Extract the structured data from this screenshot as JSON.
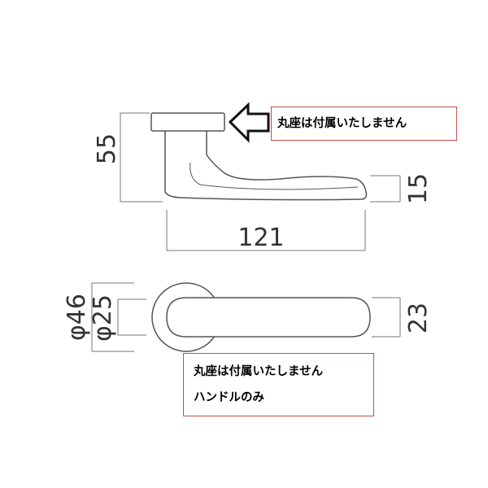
{
  "diagram": {
    "dimensions": {
      "height": "55",
      "lever_thickness": "15",
      "length": "121",
      "rose_diameter": "φ46",
      "spindle_diameter": "φ25",
      "grip_width": "23"
    },
    "notes": {
      "side_view_note": "丸座は付属いたしません",
      "plan_view_note_line1": "丸座は付属いたしません",
      "plan_view_note_line2": "ハンドルのみ"
    },
    "colors": {
      "line": "#555555",
      "note_border": "#c0504d"
    }
  }
}
